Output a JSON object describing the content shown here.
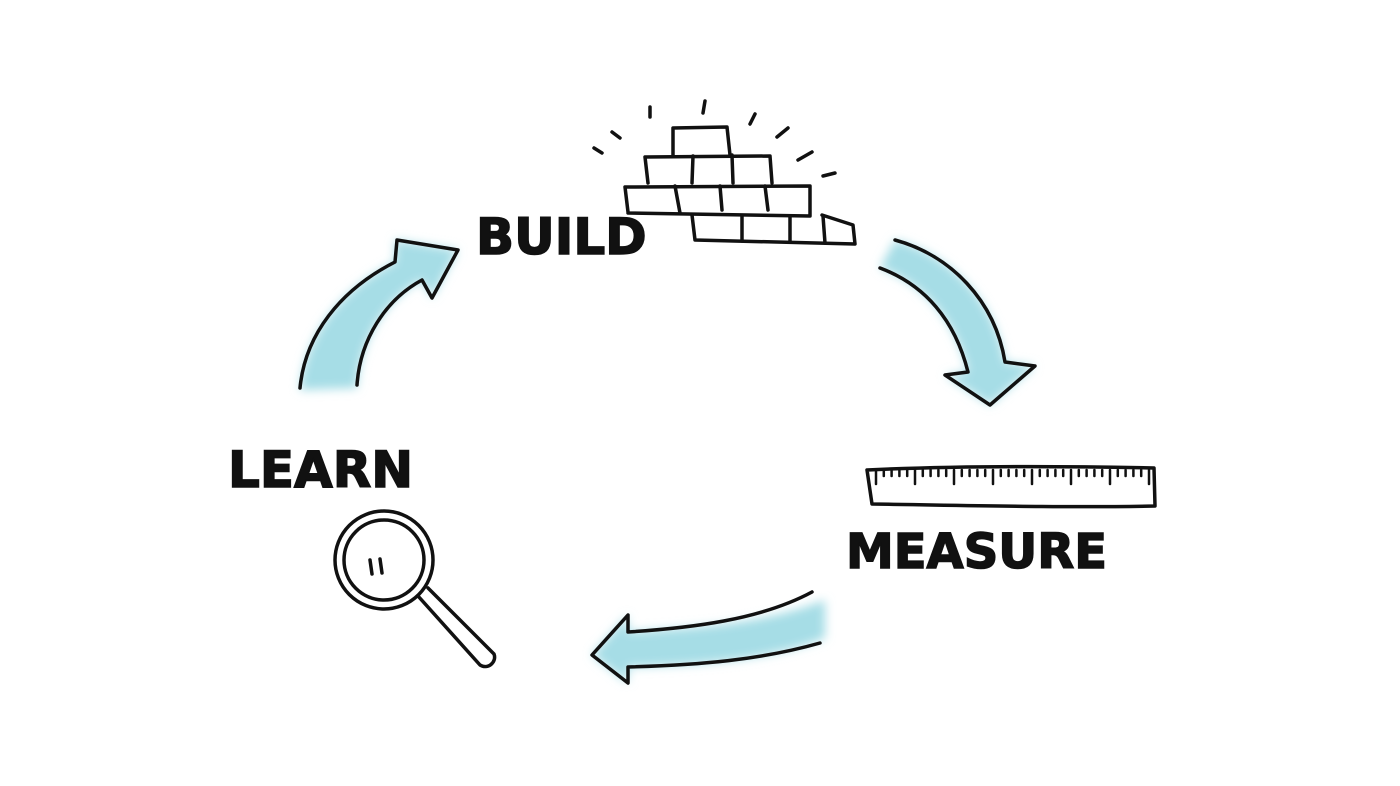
{
  "diagram": {
    "type": "cycle",
    "stages": [
      {
        "label": "BUILD",
        "icon": "bricks-icon"
      },
      {
        "label": "MEASURE",
        "icon": "ruler-icon"
      },
      {
        "label": "LEARN",
        "icon": "magnifier-icon"
      }
    ],
    "arrow_color": "#a6dde6",
    "ink_color": "#111111"
  }
}
